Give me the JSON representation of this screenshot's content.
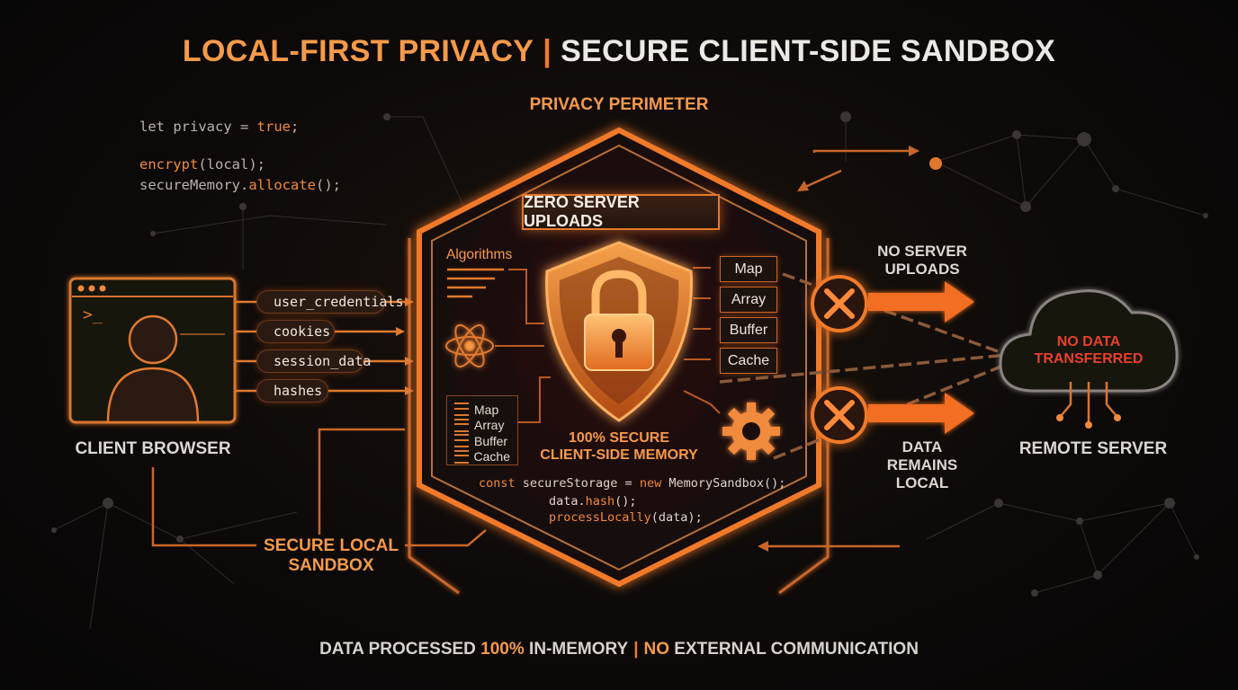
{
  "title": {
    "part1": "LOCAL-FIRST PRIVACY",
    "separator": "|",
    "part2": "SECURE CLIENT-SIDE SANDBOX"
  },
  "code_left": {
    "line1_a": "let privacy = ",
    "line1_kw": "true",
    "line1_b": ";",
    "line2_kw": "encrypt",
    "line2_b": "(local);",
    "line3_a": "secureMemory.",
    "line3_kw": "allocate",
    "line3_b": "();"
  },
  "perimeter_label": "PRIVACY PERIMETER",
  "banner": "ZERO SERVER UPLOADS",
  "algorithms_label": "Algorithms",
  "data_structures": [
    "Map",
    "Array",
    "Buffer",
    "Cache"
  ],
  "list_items": [
    "Map",
    "Array",
    "Buffer",
    "Cache"
  ],
  "center_label": {
    "line1": "100% SECURE",
    "line2": "CLIENT-SIDE MEMORY"
  },
  "code_center": {
    "l1_kw": "const",
    "l1_a": " secureStorage = ",
    "l1_kw2": "new",
    "l1_b": " MemorySandbox();",
    "l2_a": "data.",
    "l2_kw": "hash",
    "l2_b": "();",
    "l3_kw": "processLocally",
    "l3_b": "(data);"
  },
  "client": {
    "label": "CLIENT BROWSER",
    "prompt": ">_"
  },
  "data_pills": [
    "user_credentials",
    "cookies",
    "session_data",
    "hashes"
  ],
  "sandbox_label": {
    "line1": "SECURE LOCAL",
    "line2": "SANDBOX"
  },
  "right_top_label": {
    "line1": "NO SERVER",
    "line2": "UPLOADS"
  },
  "right_bottom_label": {
    "line1": "DATA",
    "line2": "REMAINS",
    "line3": "LOCAL"
  },
  "cloud": {
    "line1": "NO DATA",
    "line2": "TRANSFERRED"
  },
  "remote_label": "REMOTE SERVER",
  "footer": {
    "a": "DATA PROCESSED ",
    "b": "100%",
    "c": " IN-MEMORY",
    "sep": "|",
    "d": "NO",
    "e": " EXTERNAL COMMUNICATION"
  },
  "colors": {
    "accent": "#f07a2a",
    "accent_light": "#f59a4a",
    "alert_red": "#e8402a",
    "background": "#0d0a09"
  }
}
